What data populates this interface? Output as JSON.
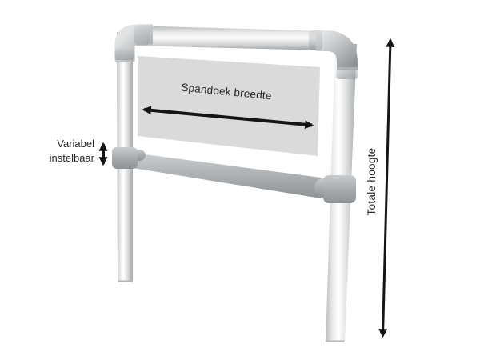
{
  "diagram": {
    "subject": "banner-frame-with-dimension-arrows",
    "labels": {
      "banner_width": "Spandoek breedte",
      "adjustable": {
        "line1": "Variabel",
        "line2": "instelbaar"
      },
      "total_height": "Totale hoogte"
    },
    "annotations": [
      {
        "icon": "double-arrow-horizontal",
        "label": "Spandoek breedte"
      },
      {
        "icon": "double-arrow-vertical-small",
        "label": "Variabel instelbaar"
      },
      {
        "icon": "double-arrow-vertical-long",
        "label": "Totale hoogte"
      }
    ],
    "colors": {
      "background": "#ffffff",
      "banner_panel": "#dadada",
      "tube_highlight": "#ffffff",
      "tube_shadow": "#9fa3a6",
      "fitting_gray": "#a8acaf",
      "annotation_ink": "#151515",
      "label_text": "#262626"
    }
  }
}
